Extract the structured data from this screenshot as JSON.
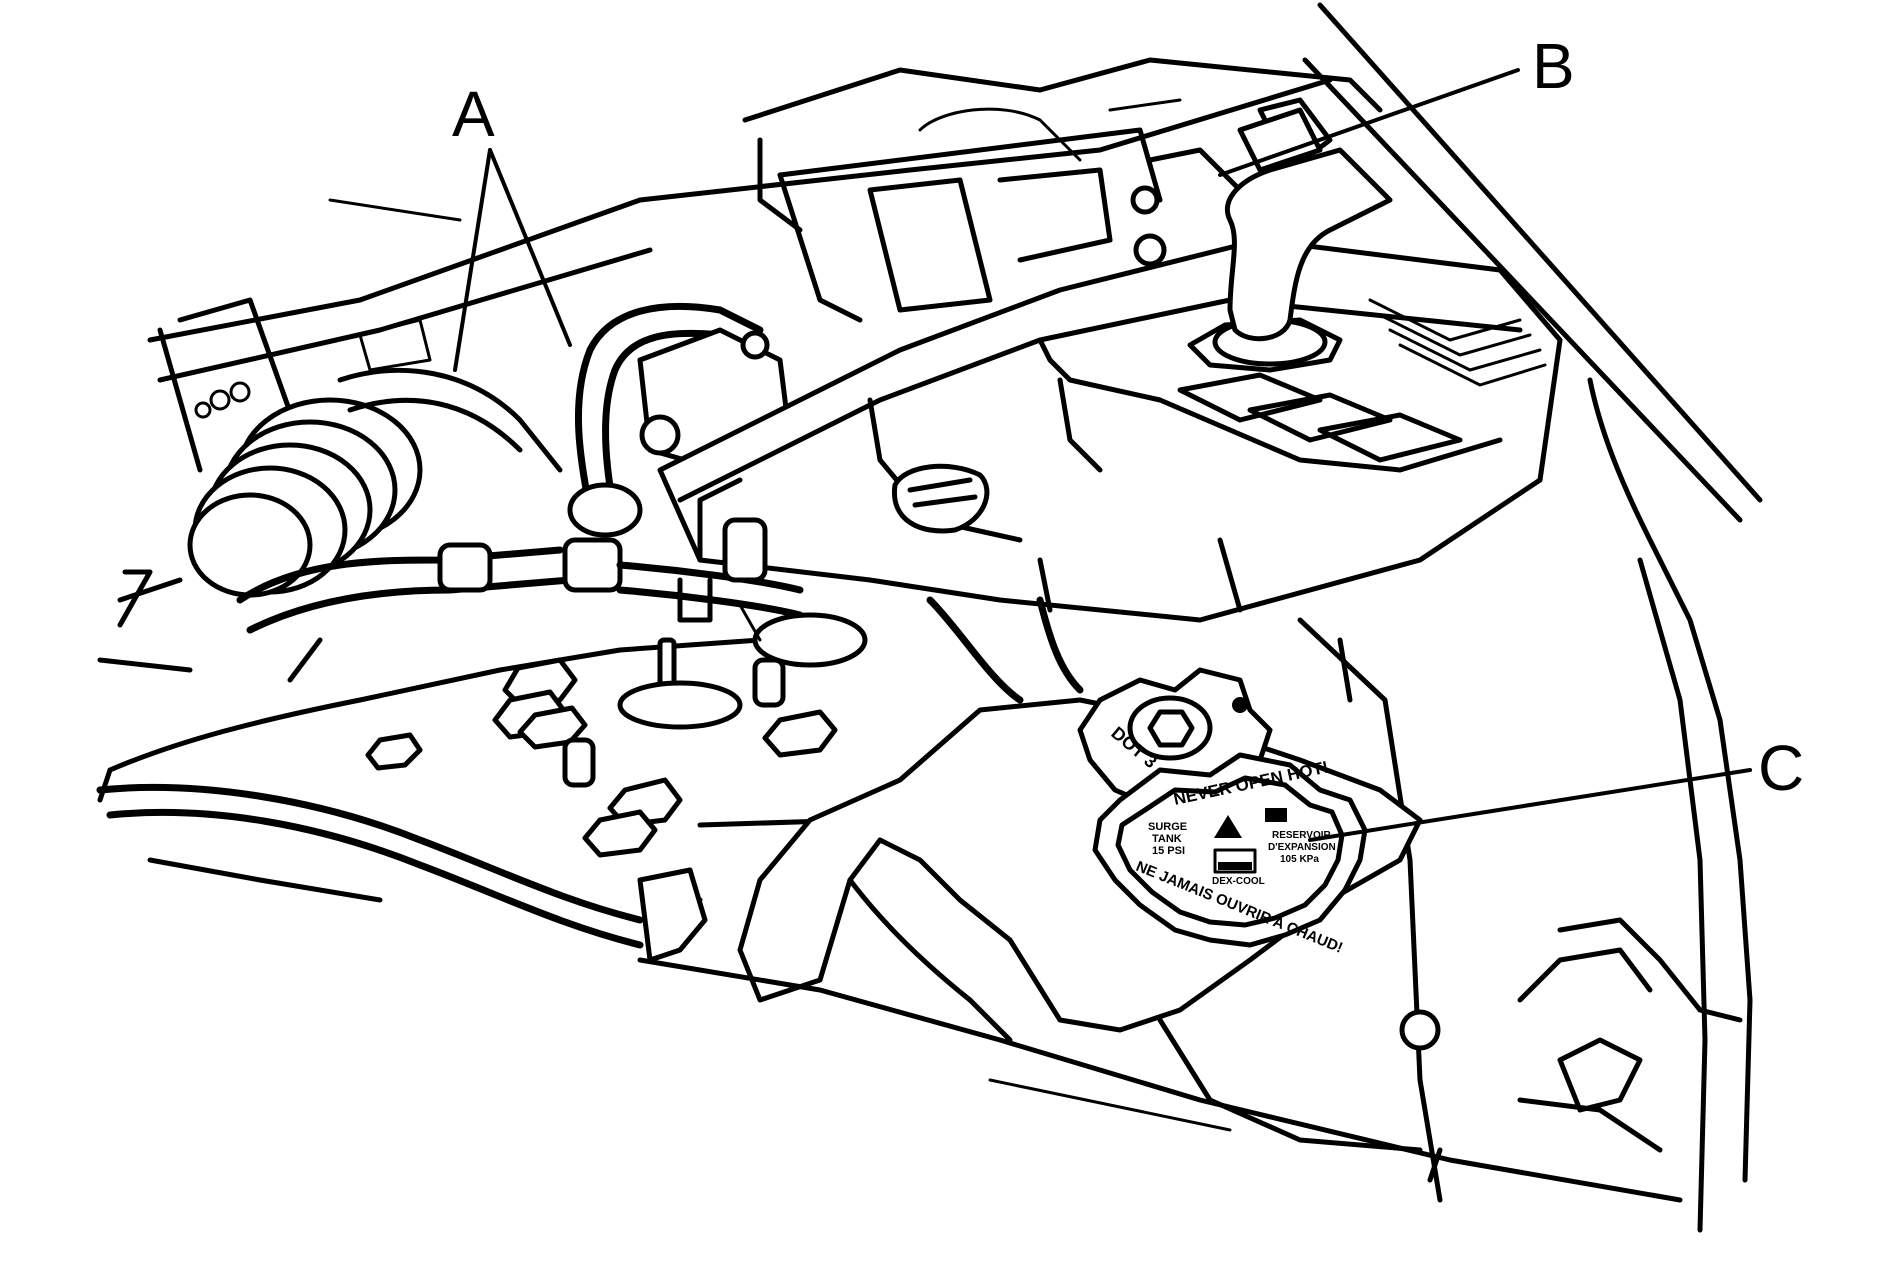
{
  "callouts": {
    "a": "A",
    "b": "B",
    "c": "C"
  },
  "brake_cap": {
    "text": "DOT 3"
  },
  "coolant_cap": {
    "top_arc": "NEVER OPEN HOT!",
    "bottom_arc": "NE JAMAIS OUVRIR A CHAUD!",
    "left_line1": "SURGE",
    "left_line2": "TANK",
    "left_line3": "15 PSI",
    "right_line1": "RESERVOIR",
    "right_line2": "D'EXPANSION",
    "right_line3": "105 KPa",
    "coolant_name": "DEX-COOL"
  }
}
